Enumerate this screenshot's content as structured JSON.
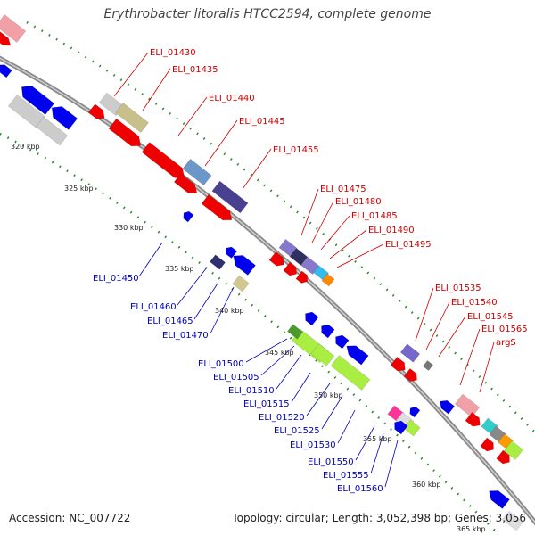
{
  "title": "Erythrobacter litoralis HTCC2594, complete genome",
  "accession_label": "Accession: NC_007722",
  "topology_label": "Topology: circular; Length: 3,052,398 bp; Genes: 3,056",
  "colors": {
    "backbone": "#8a8a8a",
    "forward_label": "#cc0000",
    "reverse_label": "#0000bb",
    "tick_dots": "#2a8a2a",
    "red_gene": "#ee0000",
    "blue_gene": "#0000ee"
  },
  "ticks": [
    "320 kbp",
    "325 kbp",
    "330 kbp",
    "335 kbp",
    "340 kbp",
    "345 kbp",
    "350 kbp",
    "355 kbp",
    "360 kbp",
    "365 kbp"
  ],
  "forward_labels": [
    "ELI_01430",
    "ELI_01435",
    "ELI_01440",
    "ELI_01445",
    "ELI_01455",
    "ELI_01475",
    "ELI_01480",
    "ELI_01485",
    "ELI_01490",
    "ELI_01495",
    "ELI_01535",
    "ELI_01540",
    "ELI_01545",
    "ELI_01565",
    "argS"
  ],
  "reverse_labels": [
    "ELI_01450",
    "ELI_01460",
    "ELI_01465",
    "ELI_01470",
    "ELI_01500",
    "ELI_01505",
    "ELI_01510",
    "ELI_01515",
    "ELI_01520",
    "ELI_01525",
    "ELI_01530",
    "ELI_01550",
    "ELI_01555",
    "ELI_01560"
  ]
}
